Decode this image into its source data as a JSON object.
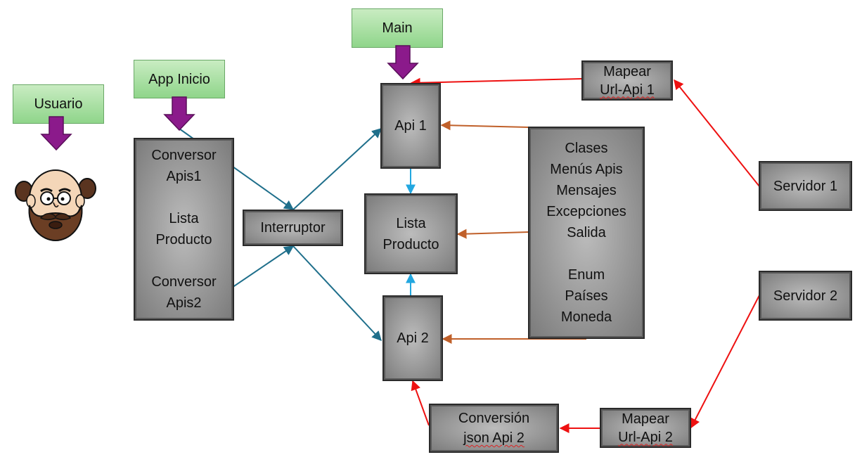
{
  "nodes": {
    "main": "Main",
    "app_inicio": "App Inicio",
    "usuario": "Usuario",
    "api1": "Api 1",
    "api2": "Api 2",
    "lista_producto": [
      "Lista",
      "Producto"
    ],
    "interruptor": "Interruptor",
    "servidor1": "Servidor 1",
    "servidor2": "Servidor 2",
    "mapear_api1": [
      "Mapear",
      "Url-Api 1"
    ],
    "mapear_api2": [
      "Mapear",
      "Url-Api 2"
    ],
    "conversion_api2": [
      "Conversión",
      "json Api 2"
    ],
    "conversor_block": {
      "line1": "Conversor",
      "line2": "Apis1",
      "line3": "Lista",
      "line4": "Producto",
      "line5": "Conversor",
      "line6": "Apis2"
    },
    "clases_block": {
      "line1": "Clases",
      "line2": "Menús Apis",
      "line3": "Mensajes",
      "line4": "Excepciones",
      "line5": "Salida",
      "line6": "Enum",
      "line7": "Países",
      "line8": "Moneda"
    }
  },
  "colors": {
    "teal_arrow": "#1f6f8b",
    "cyan_arrow": "#22a7e0",
    "orange_arrow": "#c0602a",
    "red_arrow": "#ee1111",
    "purple_arrow": "#8b1a8b"
  },
  "icons": {
    "down_arrow": "purple-down-arrow-icon",
    "user": "bearded-man-avatar-icon"
  }
}
